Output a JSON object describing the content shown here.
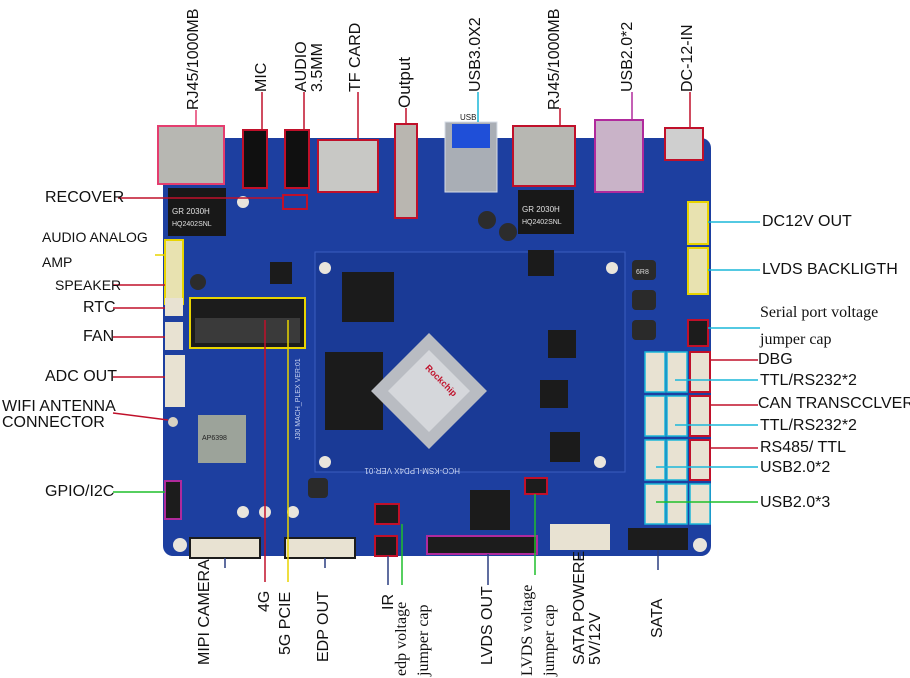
{
  "top_labels": {
    "rj45_left": "RJ45/1000MB",
    "mic": "MIC",
    "audio_line1": "AUDIO",
    "audio_line2": "3.5MM",
    "tf_card": "TF CARD",
    "output": "Output",
    "usb30": "USB3.0X2",
    "rj45_right": "RJ45/1000MB",
    "usb20_top": "USB2.0*2",
    "dc12_in": "DC-12-IN"
  },
  "left_labels": {
    "recover": "RECOVER",
    "audio_analog": "AUDIO ANALOG",
    "amp": "AMP",
    "speaker": "SPEAKER",
    "rtc": "RTC",
    "fan": "FAN",
    "adc_out": "ADC OUT",
    "wifi_line1": "WIFI ANTENNA",
    "wifi_line2": "CONNECTOR",
    "gpio": "GPIO/I2C"
  },
  "right_labels": {
    "dc12_out": "DC12V OUT",
    "lvds_backlight": "LVDS BACKLIGTH",
    "serial_line1": "Serial port voltage",
    "serial_line2": "jumper cap",
    "dbg": "DBG",
    "ttl_rs232_a": "TTL/RS232*2",
    "can": "CAN  TRANSCCLVER",
    "ttl_rs232_b": "TTL/RS232*2",
    "rs485": "RS485/ TTL",
    "usb20_x2": "USB2.0*2",
    "usb20_x3": "USB2.0*3"
  },
  "bottom_labels": {
    "mipi": "MIPI CAMERA",
    "g4": "4G",
    "g5": "5G PCIE",
    "edp_out": "EDP OUT",
    "ir": "IR",
    "edp_v1": "edp voltage",
    "edp_v2": "jumper cap",
    "lvds_out": "LVDS OUT",
    "lvds_v1": "LVDS voltage",
    "lvds_v2": "jumper cap",
    "sata_p1": "SATA POWERE",
    "sata_p2": "5V/12V",
    "sata": "SATA"
  },
  "board_text": {
    "chip_brand": "Rockchip",
    "model": "HCO-KSM-LPD4X  VER:01",
    "mag_left": "GR 2030H",
    "mag_left2": "HQ2402SNL",
    "mag_right": "GR 2030H",
    "mag_right2": "HQ2402SNL",
    "usb_label": "USB",
    "serial_side": "J30  MACH_PLEX  VER:01",
    "wifi_module": "AP6398",
    "inductor": "6R8"
  },
  "colors": {
    "board": "#1d3fa0",
    "board_dark": "#142e7a",
    "red_line": "#c0102a",
    "yellow_line": "#e8d400",
    "cyan_line": "#1ab7d9",
    "green_line": "#1fbf2a",
    "purple_line": "#b02a9c",
    "navy_line": "#2a3d80"
  }
}
